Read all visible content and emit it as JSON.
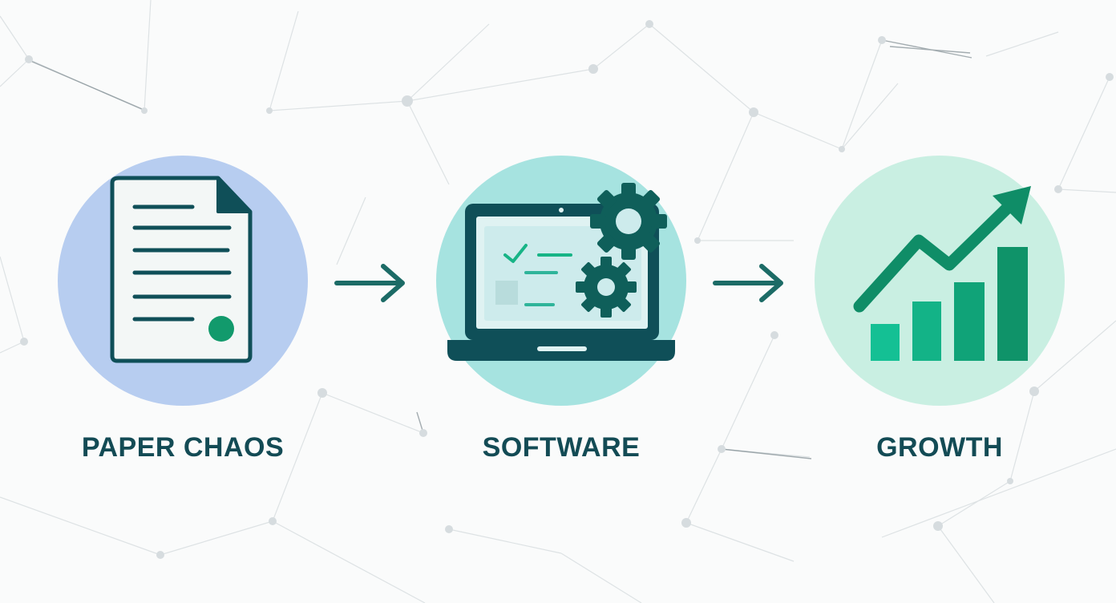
{
  "steps": [
    {
      "label": "PAPER CHAOS",
      "icon": "document-icon"
    },
    {
      "label": "SOFTWARE",
      "icon": "laptop-gears-icon"
    },
    {
      "label": "GROWTH",
      "icon": "growth-chart-icon"
    }
  ],
  "colors": {
    "background": "#fafbfb",
    "label_text": "#134b55",
    "dark_teal": "#0f4f58",
    "circle_blue": "#b7cdf0",
    "circle_teal": "#a6e3e0",
    "circle_mint": "#c9efe2",
    "green": "#17b486",
    "green_dark": "#0f9a6b",
    "arrow": "#1c6b66",
    "network_lines": "#d4dadd"
  }
}
